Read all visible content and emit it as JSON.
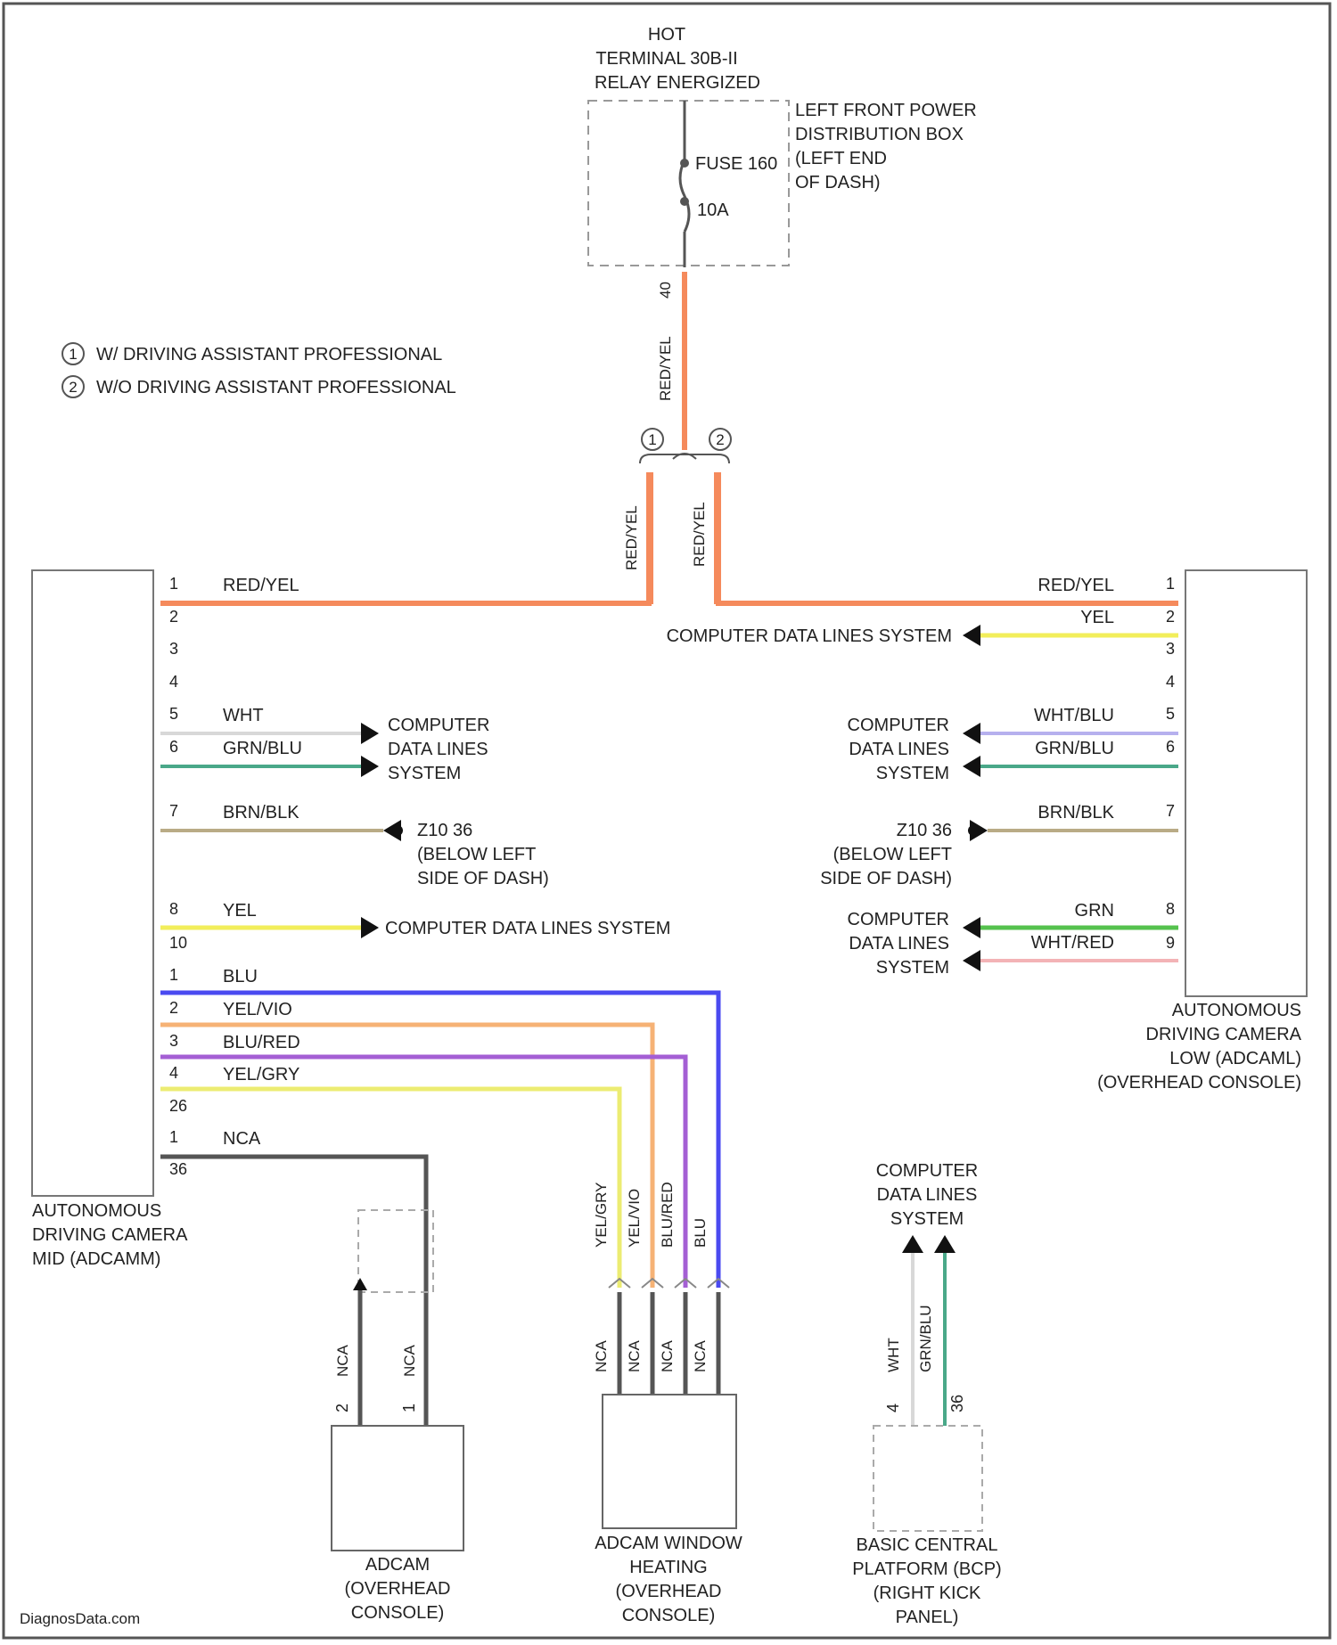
{
  "colors": {
    "red_yel": "#f58a5c",
    "yel": "#f2ee5a",
    "wht": "#d8d8d8",
    "grn_blu": "#4aa889",
    "brn_blk": "#b9ab86",
    "wht_blu": "#b6b0ee",
    "grn": "#55c24e",
    "wht_red": "#f3b3b6",
    "blu": "#4a4af0",
    "yel_vio": "#f6b275",
    "blu_red": "#a45fd4",
    "yel_gry": "#ecec72",
    "nca": "#555555",
    "frame": "#555555"
  },
  "power": {
    "hot_label": [
      "HOT",
      "TERMINAL 30B-II",
      "RELAY ENERGIZED"
    ],
    "box_label": [
      "LEFT FRONT POWER",
      "DISTRIBUTION BOX",
      "(LEFT END",
      "OF DASH)"
    ],
    "fuse_name": "FUSE 160",
    "fuse_rating": "10A",
    "box_pin": "40",
    "feed_wire": "RED/YEL"
  },
  "legend": [
    {
      "symbol": "1",
      "text": "W/ DRIVING ASSISTANT PROFESSIONAL"
    },
    {
      "symbol": "2",
      "text": "W/O DRIVING ASSISTANT PROFESSIONAL"
    }
  ],
  "splice": {
    "left_symbol": "1",
    "right_symbol": "2",
    "left_wire": "RED/YEL",
    "right_wire": "RED/YEL"
  },
  "left_module": {
    "label": [
      "AUTONOMOUS",
      "DRIVING CAMERA",
      "MID (ADCAMM)"
    ],
    "pins": [
      {
        "pin": "1",
        "wire": "RED/YEL"
      },
      {
        "pin": "2",
        "wire": ""
      },
      {
        "pin": "3",
        "wire": ""
      },
      {
        "pin": "4",
        "wire": ""
      },
      {
        "pin": "5",
        "wire": "WHT"
      },
      {
        "pin": "6",
        "wire": "GRN/BLU"
      },
      {
        "pin": "7",
        "wire": "BRN/BLK"
      },
      {
        "pin": "8",
        "wire": "YEL"
      }
    ],
    "conn1_count": "10",
    "conn2_pins": [
      {
        "pin": "1",
        "wire": "BLU"
      },
      {
        "pin": "2",
        "wire": "YEL/VIO"
      },
      {
        "pin": "3",
        "wire": "BLU/RED"
      },
      {
        "pin": "4",
        "wire": "YEL/GRY"
      }
    ],
    "conn2_count": "26",
    "conn3_pin": "1",
    "conn3_wire": "NCA",
    "conn3_count": "36",
    "cdl_label": [
      "COMPUTER",
      "DATA LINES",
      "SYSTEM"
    ],
    "ground_label": [
      "Z10 36",
      "(BELOW LEFT",
      "SIDE OF DASH)"
    ],
    "cdl_label_single": "COMPUTER DATA LINES SYSTEM"
  },
  "right_module": {
    "label": [
      "AUTONOMOUS",
      "DRIVING CAMERA",
      "LOW (ADCAML)",
      "(OVERHEAD CONSOLE)"
    ],
    "pins": [
      {
        "pin": "1",
        "wire": "RED/YEL"
      },
      {
        "pin": "2",
        "wire": "YEL"
      },
      {
        "pin": "3",
        "wire": ""
      },
      {
        "pin": "4",
        "wire": ""
      },
      {
        "pin": "5",
        "wire": "WHT/BLU"
      },
      {
        "pin": "6",
        "wire": "GRN/BLU"
      },
      {
        "pin": "7",
        "wire": "BRN/BLK"
      },
      {
        "pin": "8",
        "wire": "GRN"
      },
      {
        "pin": "9",
        "wire": "WHT/RED"
      }
    ],
    "cdl_label_single": "COMPUTER DATA LINES SYSTEM",
    "cdl_label": [
      "COMPUTER",
      "DATA LINES",
      "SYSTEM"
    ],
    "ground_label": [
      "Z10 36",
      "(BELOW LEFT",
      "SIDE OF DASH)"
    ]
  },
  "adcam": {
    "label": [
      "ADCAM",
      "(OVERHEAD",
      "CONSOLE)"
    ],
    "wires": [
      "NCA",
      "NCA"
    ],
    "pins": [
      "2",
      "1"
    ]
  },
  "heating": {
    "label": [
      "ADCAM WINDOW",
      "HEATING",
      "(OVERHEAD",
      "CONSOLE)"
    ],
    "upper_wires": [
      "YEL/GRY",
      "YEL/VIO",
      "BLU/RED",
      "BLU"
    ],
    "lower_wires": [
      "NCA",
      "NCA",
      "NCA",
      "NCA"
    ]
  },
  "bcp": {
    "label": [
      "BASIC CENTRAL",
      "PLATFORM (BCP)",
      "(RIGHT KICK",
      "PANEL)"
    ],
    "cdl_label": [
      "COMPUTER",
      "DATA LINES",
      "SYSTEM"
    ],
    "wires": [
      "WHT",
      "GRN/BLU"
    ],
    "pins": [
      "4",
      "36"
    ]
  },
  "watermark": "DiagnosData.com"
}
